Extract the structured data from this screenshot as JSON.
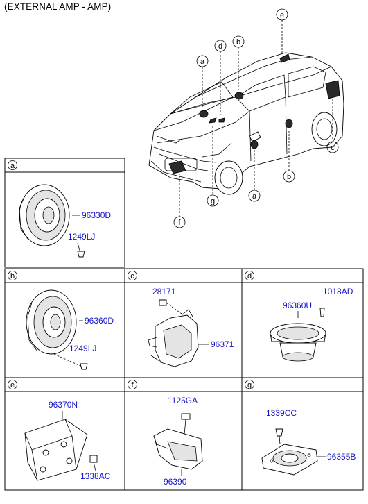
{
  "title": "(EXTERNAL AMP - AMP)",
  "overview": {
    "callouts": [
      "a",
      "b",
      "d",
      "e",
      "c",
      "b",
      "a",
      "g",
      "f"
    ]
  },
  "panels": {
    "a": {
      "label": "a",
      "parts": [
        "96330D",
        "1249LJ"
      ]
    },
    "b": {
      "label": "b",
      "parts": [
        "96360D",
        "1249LJ"
      ]
    },
    "c": {
      "label": "c",
      "parts": [
        "28171",
        "96371"
      ]
    },
    "d": {
      "label": "d",
      "parts": [
        "1018AD",
        "96360U"
      ]
    },
    "e": {
      "label": "e",
      "parts": [
        "96370N",
        "1338AC"
      ]
    },
    "f": {
      "label": "f",
      "parts": [
        "1125GA",
        "96390"
      ]
    },
    "g": {
      "label": "g",
      "parts": [
        "1339CC",
        "96355B"
      ]
    }
  }
}
